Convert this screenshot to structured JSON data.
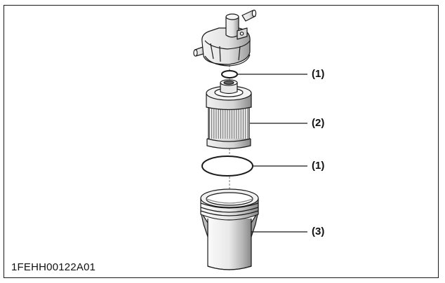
{
  "figure": {
    "code": "1FEHH00122A01",
    "callouts": [
      {
        "id": "oring-top",
        "label": "(1)"
      },
      {
        "id": "element",
        "label": "(2)"
      },
      {
        "id": "oring-large",
        "label": "(1)"
      },
      {
        "id": "bowl",
        "label": "(3)"
      }
    ]
  },
  "colors": {
    "line": "#1a1a1a",
    "shade": "#cfcfcf",
    "dark": "#555555",
    "background": "#ffffff"
  }
}
